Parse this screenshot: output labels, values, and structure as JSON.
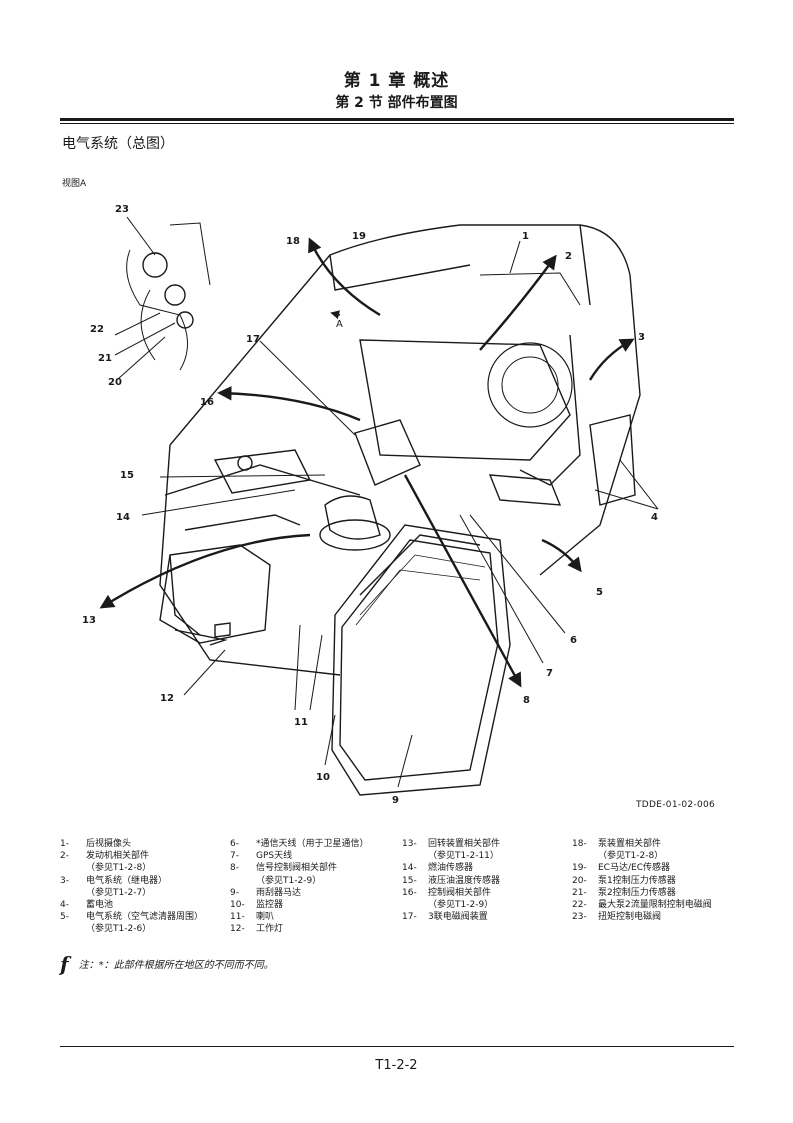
{
  "header": {
    "chapter": "第 1 章 概述",
    "section": "第 2 节 部件布置图"
  },
  "page_heading": "电气系统（总图）",
  "view_label": "视图A",
  "figure": {
    "code": "TDDE-01-02-006",
    "callouts": [
      "1",
      "2",
      "3",
      "4",
      "5",
      "6",
      "7",
      "8",
      "9",
      "10",
      "11",
      "12",
      "13",
      "14",
      "15",
      "16",
      "17",
      "18",
      "19",
      "20",
      "21",
      "22",
      "23",
      "A"
    ]
  },
  "legend": {
    "col1": [
      {
        "num": "1-",
        "text": "后视摄像头"
      },
      {
        "num": "2-",
        "text": "发动机相关部件"
      },
      {
        "num": "",
        "text": "（参见T1-2-8）"
      },
      {
        "num": "3-",
        "text": "电气系统（继电器）"
      },
      {
        "num": "",
        "text": "（参见T1-2-7）"
      },
      {
        "num": "4-",
        "text": "蓄电池"
      },
      {
        "num": "5-",
        "text": "电气系统（空气滤清器周围）"
      },
      {
        "num": "",
        "text": "（参见T1-2-6）"
      }
    ],
    "col2": [
      {
        "num": "6-",
        "text": "*通信天线（用于卫星通信）"
      },
      {
        "num": "7-",
        "text": "GPS天线"
      },
      {
        "num": "8-",
        "text": "信号控制阀相关部件"
      },
      {
        "num": "",
        "text": "（参见T1-2-9）"
      },
      {
        "num": "9-",
        "text": "雨刮器马达"
      },
      {
        "num": "10-",
        "text": "监控器"
      },
      {
        "num": "11-",
        "text": "喇叭"
      },
      {
        "num": "12-",
        "text": "工作灯"
      }
    ],
    "col3": [
      {
        "num": "13-",
        "text": "回转装置相关部件"
      },
      {
        "num": "",
        "text": "（参见T1-2-11）"
      },
      {
        "num": "14-",
        "text": "燃油传感器"
      },
      {
        "num": "15-",
        "text": "液压油温度传感器"
      },
      {
        "num": "16-",
        "text": "控制阀相关部件"
      },
      {
        "num": "",
        "text": "（参见T1-2-9）"
      },
      {
        "num": "17-",
        "text": "3联电磁阀装置"
      }
    ],
    "col4": [
      {
        "num": "18-",
        "text": "泵装置相关部件"
      },
      {
        "num": "",
        "text": "（参见T1-2-8）"
      },
      {
        "num": "19-",
        "text": "EC马达/EC传感器"
      },
      {
        "num": "20-",
        "text": "泵1控制压力传感器"
      },
      {
        "num": "21-",
        "text": "泵2控制压力传感器"
      },
      {
        "num": "22-",
        "text": "最大泵2流量限制控制电磁阀"
      },
      {
        "num": "23-",
        "text": "扭矩控制电磁阀"
      }
    ]
  },
  "note": {
    "mark": "f",
    "text": "注：*：此部件根据所在地区的不同而不同。"
  },
  "footer": {
    "page_number": "T1-2-2"
  }
}
